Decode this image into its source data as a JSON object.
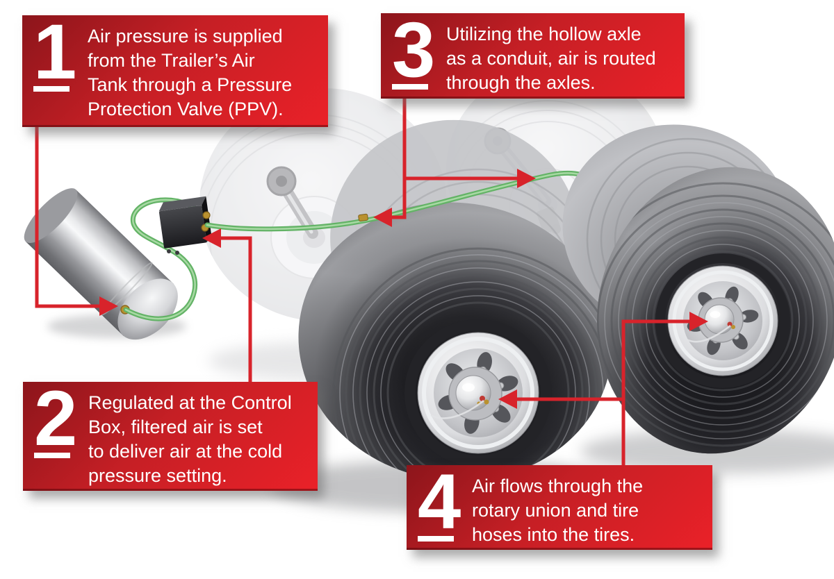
{
  "steps": [
    {
      "number": "1",
      "text": "Air pressure is supplied\nfrom the Trailer’s Air\nTank through a Pressure\nProtection Valve (PPV)."
    },
    {
      "number": "2",
      "text": "Regulated at the Control\nBox, filtered air is set\nto deliver air at the cold\npressure setting."
    },
    {
      "number": "3",
      "text": "Utilizing the hollow axle\nas a conduit, air is routed\nthrough the axles."
    },
    {
      "number": "4",
      "text": "Air flows through the\nrotary union and tire\nhoses into the tires."
    }
  ],
  "colors": {
    "callout_gradient_start": "#8c151b",
    "callout_gradient_mid": "#c51f25",
    "callout_gradient_end": "#ea2128",
    "callout_text": "#ffffff",
    "connector_red": "#d8232b",
    "air_line_green": "#76c178",
    "brass_fitting": "#b9912f",
    "tank_silver": "#c6c7ca",
    "control_box_black": "#2b2c30"
  },
  "illustration": {
    "parts": [
      "air-tank",
      "pressure-protection-valve",
      "control-box",
      "air-line",
      "hollow-axle-left",
      "hollow-axle-right",
      "wheel-front-left",
      "wheel-front-right",
      "rotary-union-left",
      "rotary-union-right"
    ]
  }
}
